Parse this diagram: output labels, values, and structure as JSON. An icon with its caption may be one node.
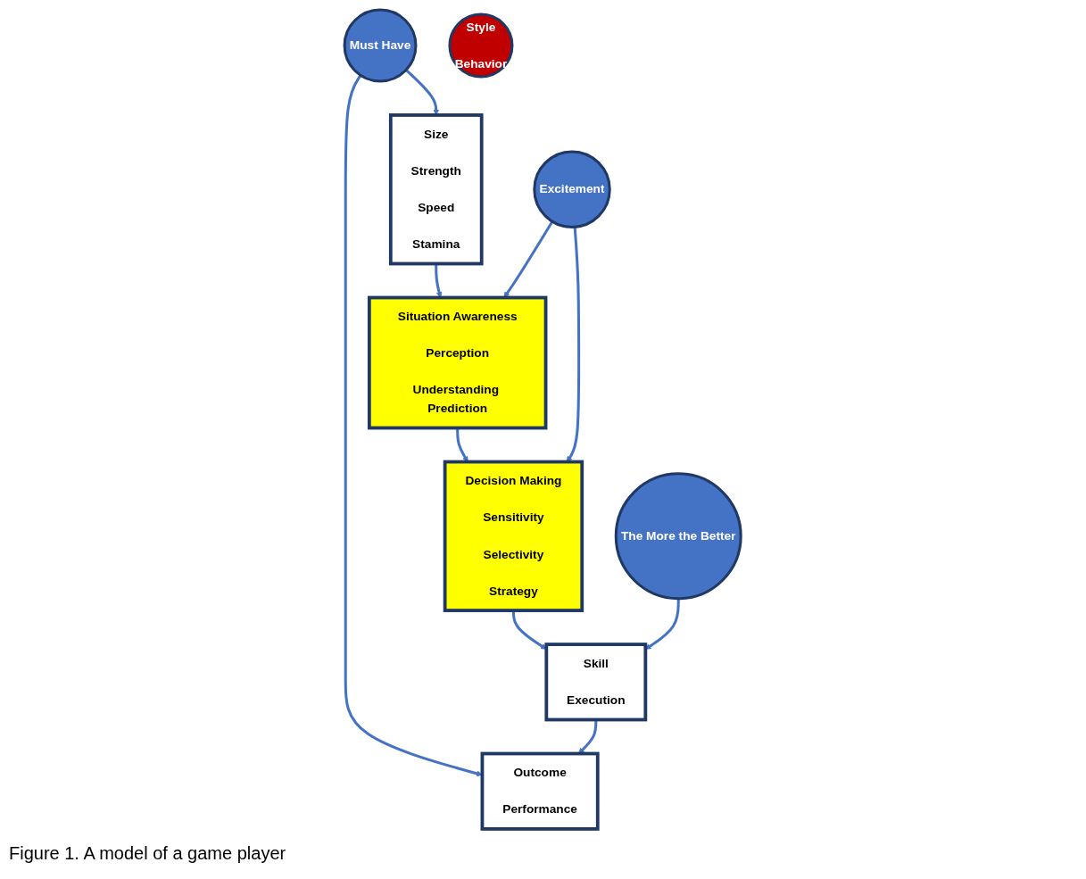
{
  "diagram": {
    "caption": "Figure 1. A model of a game player",
    "nodes": [
      {
        "text": [
          "Size",
          "Strength",
          "Speed",
          "Stamina"
        ]
      },
      {
        "text": [
          "Must Have"
        ]
      },
      {
        "text": [
          "Outcome",
          "Performance"
        ]
      },
      {
        "text": [
          "Situation Awareness",
          "Perception",
          "Understanding Prediction"
        ]
      },
      {
        "text": [
          "Style",
          "Behavior"
        ]
      },
      {
        "text": [
          "Skill",
          "Execution"
        ]
      },
      {
        "text": [
          "Excitement"
        ]
      },
      {
        "text": [
          "Decision Making",
          "Sensitivity",
          "Selectivity",
          "Strategy"
        ]
      },
      {
        "text": [
          "The More the Better"
        ]
      }
    ],
    "edges": [
      {
        "from": 1,
        "to": 0,
        "arrow": "to"
      },
      {
        "from": 1,
        "to": 2,
        "arrow": "to"
      },
      {
        "from": 0,
        "to": 3,
        "arrow": "to"
      },
      {
        "from": 3,
        "to": 7,
        "arrow": "to"
      },
      {
        "from": 7,
        "to": 5,
        "arrow": "to"
      },
      {
        "from": 5,
        "to": 2,
        "arrow": "to"
      },
      {
        "from": 6,
        "to": 3,
        "arrow": "to"
      },
      {
        "from": 6,
        "to": 7,
        "arrow": "to"
      },
      {
        "from": 8,
        "to": 5,
        "arrow": "to"
      }
    ]
  }
}
